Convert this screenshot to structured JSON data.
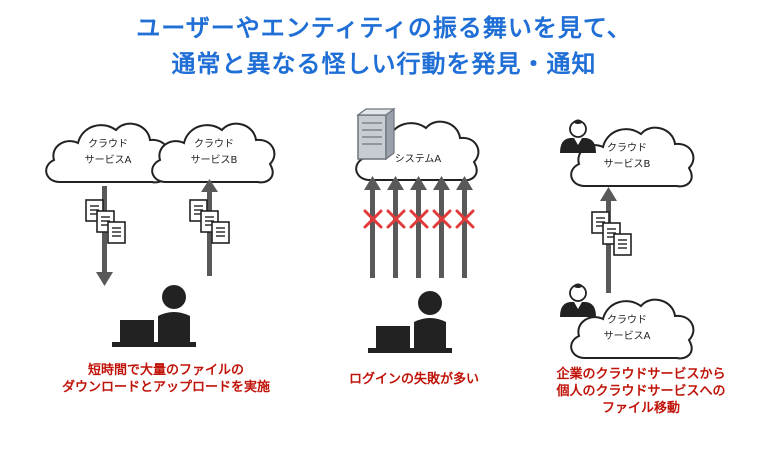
{
  "title": {
    "line1": "ユーザーやエンティティの振る舞いを見て、",
    "line2": "通常と異なる怪しい行動を発見・通知"
  },
  "scenarios": [
    {
      "clouds": [
        {
          "line1": "クラウド",
          "line2": "サービスA"
        },
        {
          "line1": "クラウド",
          "line2": "サービスB"
        }
      ],
      "caption": [
        "短時間で大量のファイルの",
        "ダウンロードとアップロードを実施"
      ]
    },
    {
      "clouds": [
        {
          "line1": "システムA"
        }
      ],
      "caption": [
        "ログインの失敗が多い"
      ]
    },
    {
      "clouds": [
        {
          "line1": "クラウド",
          "line2": "サービスB"
        },
        {
          "line1": "クラウド",
          "line2": "サービスA"
        }
      ],
      "caption": [
        "企業のクラウドサービスから",
        "個人のクラウドサービスへの",
        "ファイル移動"
      ]
    }
  ],
  "colors": {
    "title": "#1f6fd6",
    "caption": "#c0140a",
    "cross": "#e03a3a",
    "icon": "#222222"
  }
}
